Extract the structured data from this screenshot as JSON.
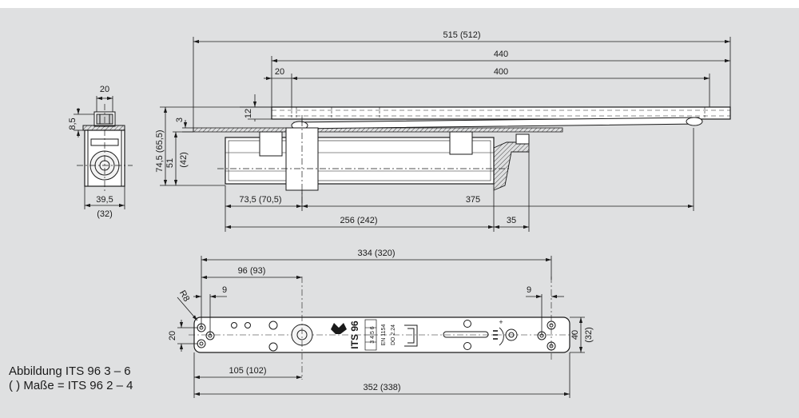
{
  "caption": {
    "line1": "Abbildung  ITS 96 3 – 6",
    "line2": "( ) Maße = ITS 96 2 – 4"
  },
  "dimensions": {
    "overall_length": "515 (512)",
    "rail_length": "440",
    "rail_holes": "400",
    "rail_offset": "20",
    "rail_gap": "12",
    "rail_height": "3",
    "total_height": "74,5 (65,5)",
    "body_height": "51",
    "body_height_alt": "(42)",
    "top_width": "20",
    "top_height": "8,5",
    "side_width": "39,5",
    "side_width_alt": "(32)",
    "axis_left": "73,5 (70,5)",
    "axis_right": "375",
    "body_length": "256 (242)",
    "bracket": "35",
    "plate_inner": "334 (320)",
    "plate_axis": "96 (93)",
    "hole_left": "9",
    "hole_right": "9",
    "radius": "R8",
    "plate_left_h": "20",
    "plate_axis_low": "105 (102)",
    "plate_total": "352 (338)",
    "plate_h": "40",
    "plate_h_alt": "(32)"
  },
  "plate_text": {
    "model": "ITS 96",
    "standard": "EN 1154",
    "code": "DO 2.24",
    "sizes": "3 4 5 6",
    "mark": "+"
  },
  "colors": {
    "background": "#dfe0e1",
    "line": "#1a1a1a",
    "part_fill": "#ffffff"
  }
}
